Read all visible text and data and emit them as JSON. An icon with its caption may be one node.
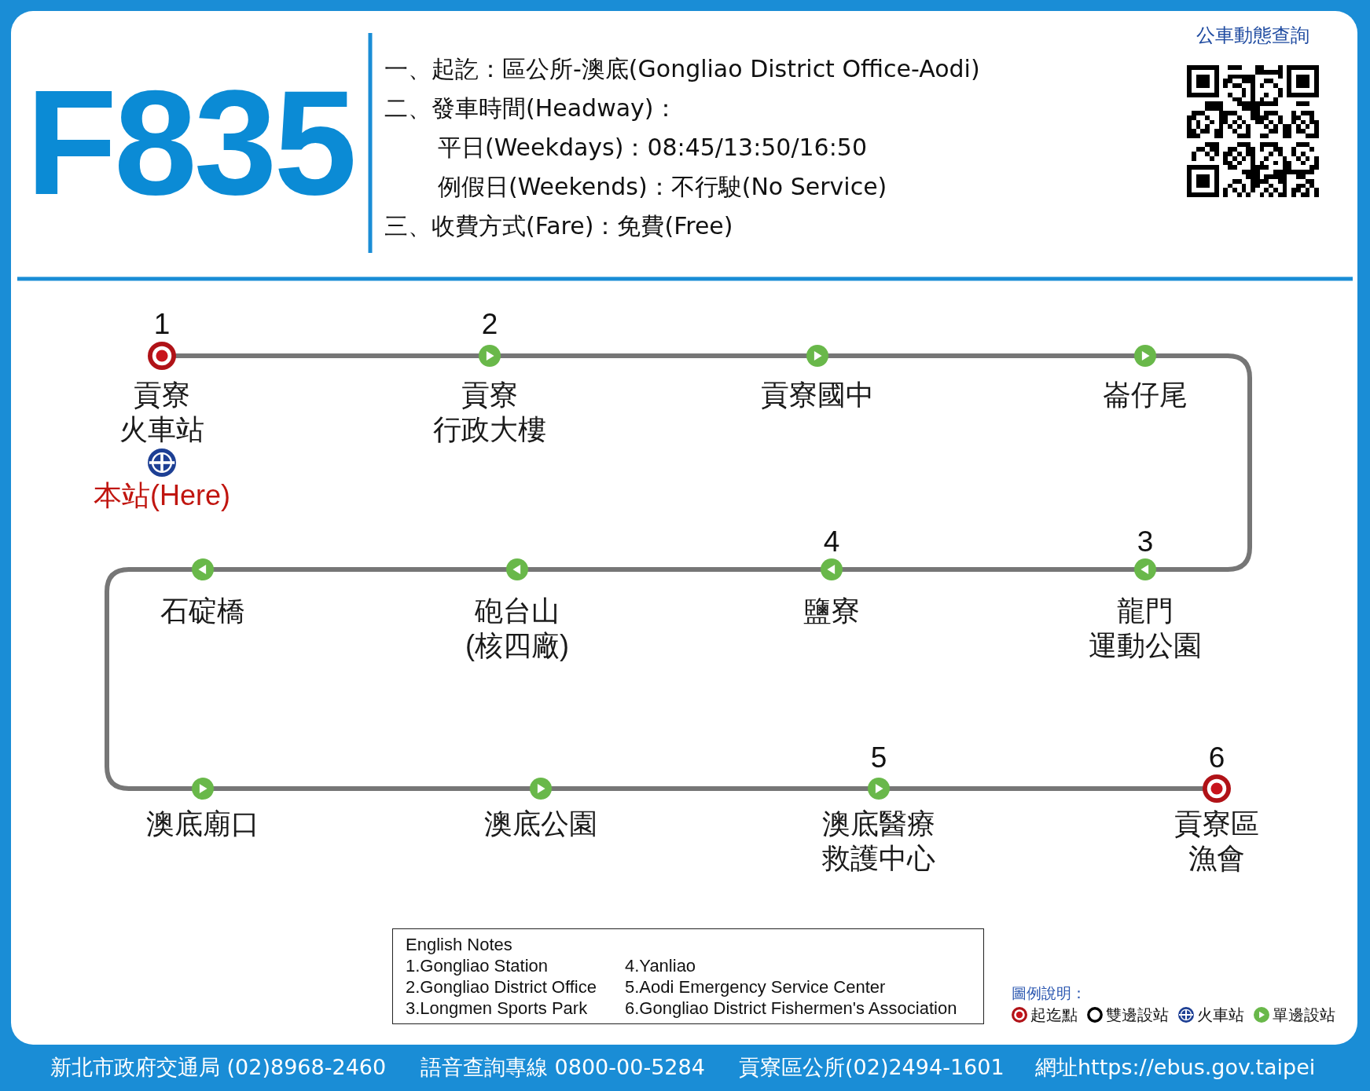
{
  "diagram": {
    "title": "F835",
    "nodes": [
      {
        "text": [
          "貢寮火車站"
        ],
        "beside": [
          "1"
        ]
      },
      {
        "text": [
          "貢寮行政大樓"
        ],
        "beside": [
          "2"
        ]
      },
      {
        "text": [
          "貢寮國中"
        ]
      },
      {
        "text": [
          "崙仔尾"
        ]
      },
      {
        "text": [
          "龍門運動公園"
        ],
        "beside": [
          "3"
        ]
      },
      {
        "text": [
          "鹽寮"
        ],
        "beside": [
          "4"
        ]
      },
      {
        "text": [
          "砲台山(核四廠)"
        ]
      },
      {
        "text": [
          "石碇橋"
        ]
      },
      {
        "text": [
          "澳底廟口"
        ]
      },
      {
        "text": [
          "澳底公園"
        ]
      },
      {
        "text": [
          "澳底醫療救護中心"
        ],
        "beside": [
          "5"
        ]
      },
      {
        "text": [
          "貢寮區漁會"
        ],
        "beside": [
          "6"
        ]
      },
      {
        "text": [
          "English Notes",
          "1.Gongliao Station",
          "2.Gongliao District Office",
          "3.Longmen Sports Park",
          "4.Yanliao",
          "5.Aodi Emergency Service Center",
          "6.Gongliao District Fishermen's Association"
        ]
      }
    ],
    "edges": [
      {
        "from": 0,
        "to": 1,
        "arrow": "none"
      },
      {
        "from": 1,
        "to": 2,
        "arrow": "none"
      },
      {
        "from": 2,
        "to": 3,
        "arrow": "none"
      },
      {
        "from": 3,
        "to": 4,
        "arrow": "none"
      },
      {
        "from": 4,
        "to": 5,
        "arrow": "none"
      },
      {
        "from": 5,
        "to": 6,
        "arrow": "none"
      },
      {
        "from": 6,
        "to": 7,
        "arrow": "none"
      },
      {
        "from": 7,
        "to": 8,
        "arrow": "none"
      },
      {
        "from": 8,
        "to": 9,
        "arrow": "none"
      },
      {
        "from": 9,
        "to": 10,
        "arrow": "none"
      },
      {
        "from": 10,
        "to": 11,
        "arrow": "none"
      }
    ],
    "labels": [
      "一、起訖：區公所-澳底(Gongliao District Office-Aodi)",
      "二、發車時間(Headway)：",
      "平日(Weekdays)：08:45/13:50/16:50",
      "例假日(Weekends)：不行駛(No Service)",
      "三、收費方式(Fare)：免費(Free)",
      "公車動態查詢",
      "本站(Here)",
      "圖例說明：",
      "新北市政府交通局 (02)8968-2460",
      "語音查詢專線 0800-00-5284",
      "貢寮區公所(02)2494-1601",
      "網址https://ebus.gov.taipei"
    ],
    "legend": [
      {
        "text": "起迄點"
      },
      {
        "text": "雙邊設站"
      },
      {
        "text": "火車站"
      },
      {
        "text": "單邊設站"
      }
    ]
  }
}
